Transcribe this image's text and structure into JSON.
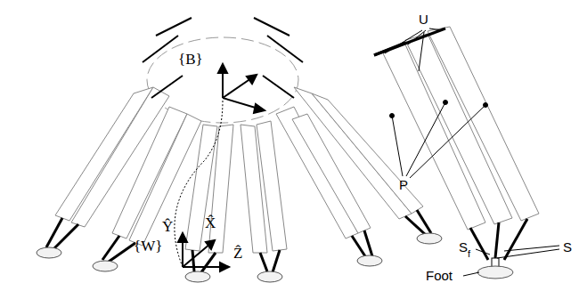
{
  "diagram": {
    "labels": [
      "{B}",
      "Ŷ",
      "X̂",
      "Ẑ",
      "{W}",
      "U",
      "P",
      "S",
      "f",
      "S",
      "Foot"
    ]
  }
}
